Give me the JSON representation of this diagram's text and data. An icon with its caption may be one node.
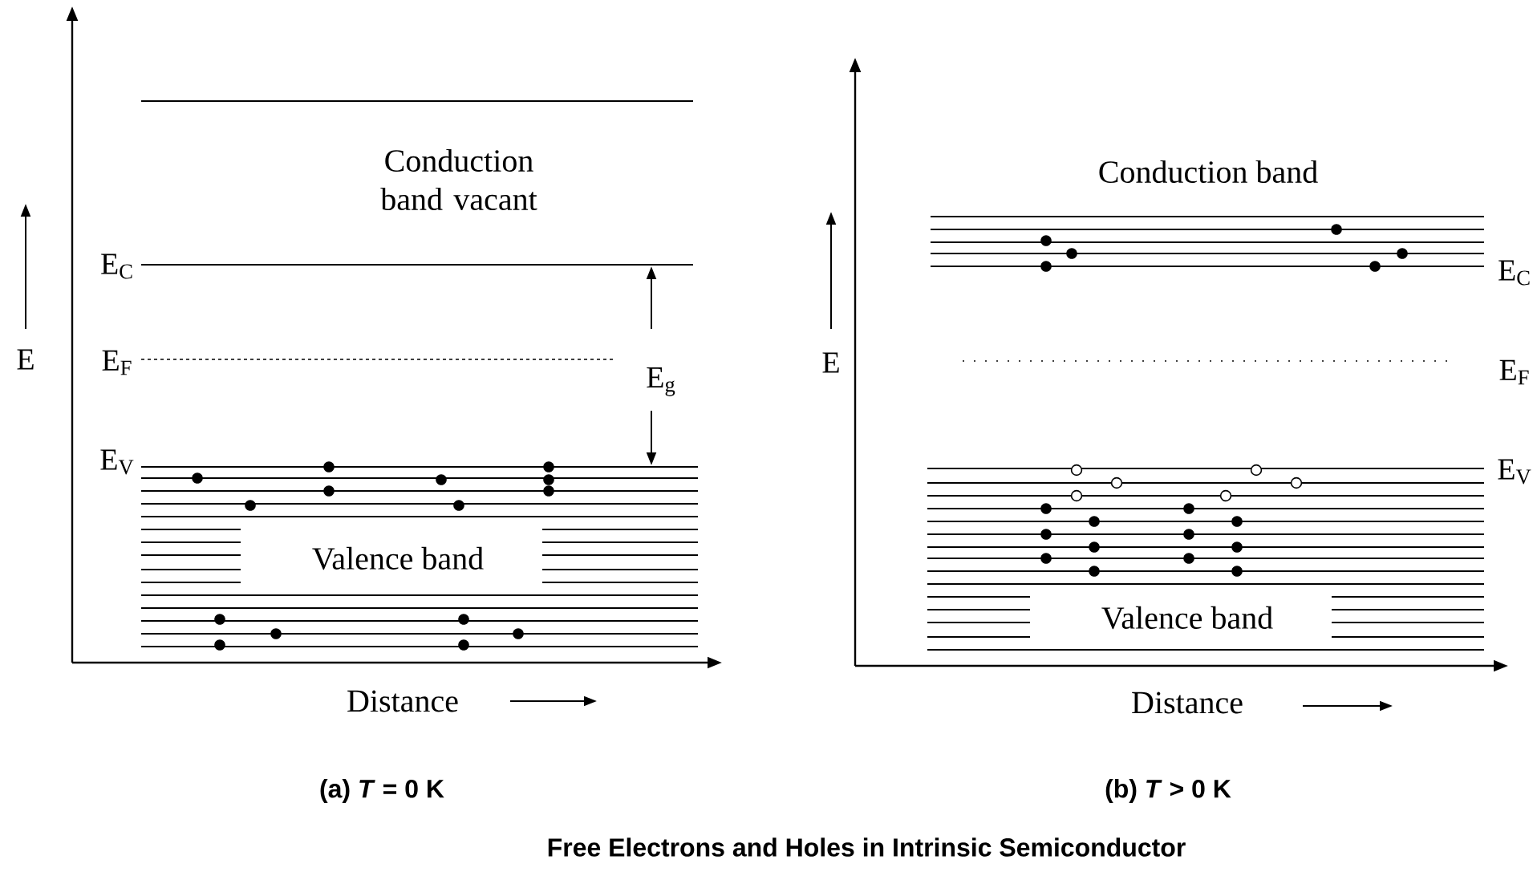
{
  "diagram": {
    "caption": "Free Electrons and Holes in Intrinsic Semiconductor",
    "labels": [
      "Conduction band vacant",
      "E$_{C}$",
      "E",
      "E$_{F}$",
      "E$_{g}$",
      "E$_{V}$",
      "Valence band",
      "Distance",
      "(a) *T* = 0 K",
      "Conduction band",
      "E",
      "E$_{C}$",
      "E$_{F}$",
      "E$_{V}$",
      "Valence band",
      "Distance",
      "(b) *T* > 0 K"
    ]
  }
}
